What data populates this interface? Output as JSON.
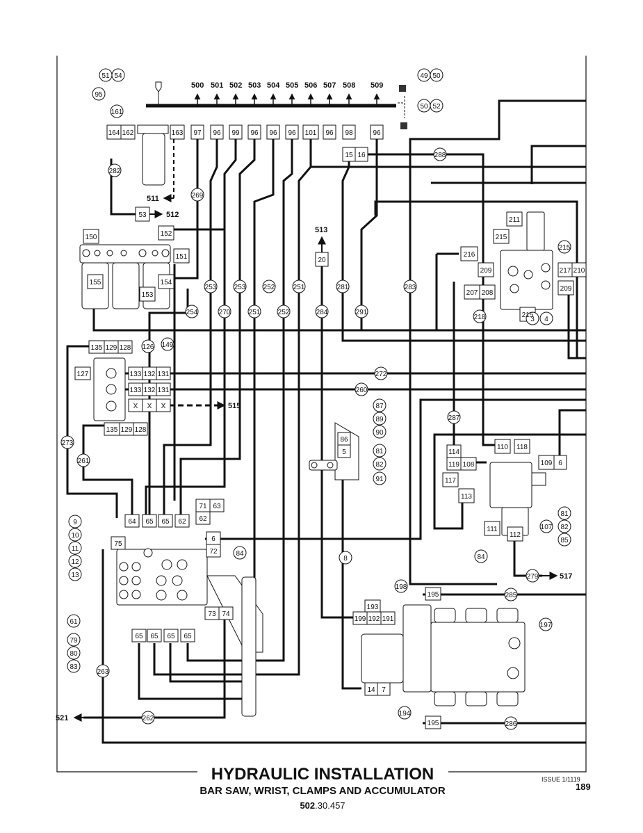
{
  "footer": {
    "title": "HYDRAULIC INSTALLATION",
    "subtitle": "BAR SAW, WRIST, CLAMPS AND ACCUMULATOR",
    "doc_bold": "502",
    "doc_rest": ".30.457",
    "issue": "ISSUE 1/1119",
    "page": "189"
  },
  "labels": {
    "port_numbers": [
      "500",
      "501",
      "502",
      "503",
      "504",
      "505",
      "506",
      "507",
      "508",
      "509"
    ],
    "port_hoses": [
      "97",
      "96",
      "99",
      "96",
      "96",
      "96",
      "101",
      "96",
      "98",
      "96"
    ],
    "to_511": "511",
    "to_512": "512",
    "to_513": "513",
    "to_515": "515",
    "to_517": "517",
    "to_521": "521",
    "filter_box_row": [
      "164",
      "162",
      "163"
    ],
    "box_53": "53",
    "box_20": "20",
    "box_15": "15",
    "box_16": "16",
    "manifold_boxes": [
      "150",
      "152",
      "151",
      "155",
      "153",
      "154"
    ],
    "valve_block_boxes": [
      "135",
      "129",
      "128",
      "127",
      "133",
      "132",
      "131",
      "133",
      "132",
      "131",
      "X",
      "X",
      "X",
      "135",
      "129",
      "128"
    ],
    "right_valve_boxes": [
      "211",
      "215",
      "216",
      "209",
      "217",
      "210",
      "207",
      "208",
      "209",
      "215"
    ],
    "accumulator_boxes": [
      "110",
      "118",
      "114",
      "119",
      "108",
      "109",
      "6",
      "117",
      "113",
      "111",
      "112"
    ],
    "sensor_boxes": [
      "86",
      "5"
    ],
    "control_valve_boxes": [
      "71",
      "63",
      "62",
      "64",
      "65",
      "65",
      "62",
      "6",
      "72",
      "75",
      "73",
      "74",
      "65",
      "65",
      "65",
      "65"
    ],
    "pump_boxes": [
      "195",
      "193",
      "199",
      "192",
      "191",
      "14",
      "7",
      "195"
    ],
    "circles": [
      "51",
      "54",
      "95",
      "161",
      "282",
      "269",
      "49",
      "50",
      "50",
      "52",
      "288",
      "126",
      "149",
      "254",
      "270",
      "253",
      "253",
      "251",
      "252",
      "252",
      "251",
      "284",
      "281",
      "283",
      "291",
      "272",
      "260",
      "273",
      "261",
      "287",
      "87",
      "89",
      "90",
      "81",
      "82",
      "91",
      "215",
      "218",
      "3",
      "4",
      "107",
      "81",
      "82",
      "85",
      "84",
      "279",
      "9",
      "10",
      "11",
      "12",
      "13",
      "61",
      "79",
      "80",
      "83",
      "84",
      "8",
      "198",
      "285",
      "197",
      "194",
      "286",
      "263",
      "262"
    ]
  }
}
